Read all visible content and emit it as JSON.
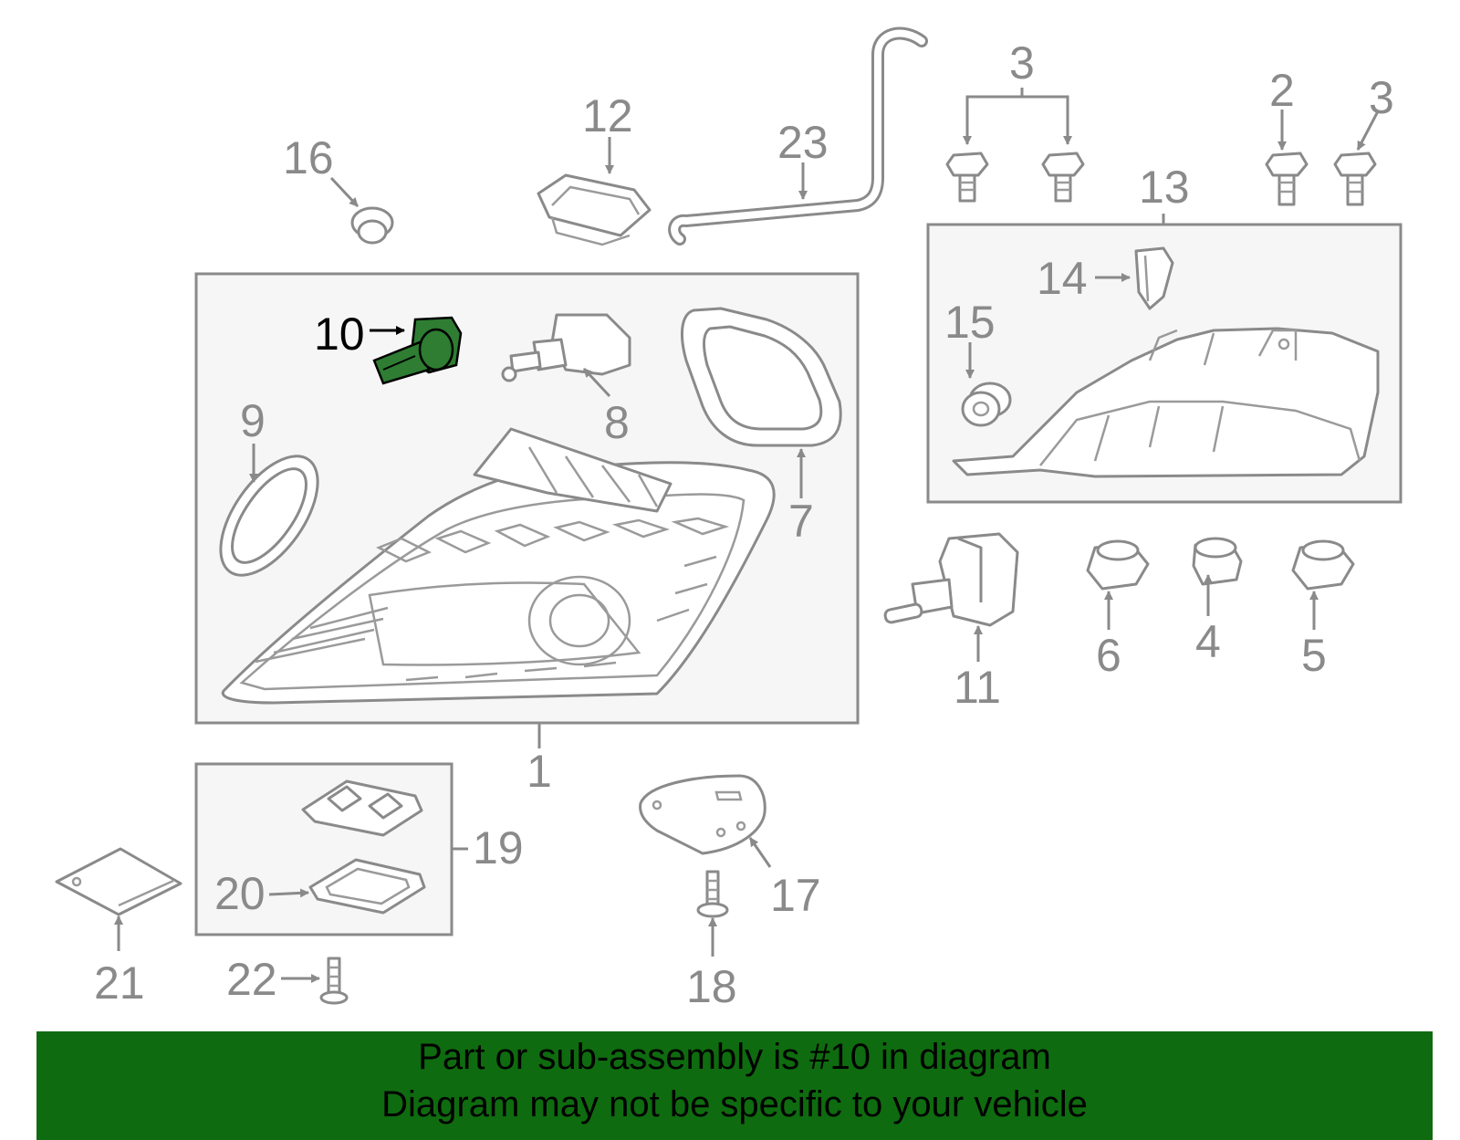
{
  "labels": {
    "l1": "1",
    "l2": "2",
    "l3a": "3",
    "l3b": "3",
    "l4": "4",
    "l5": "5",
    "l6": "6",
    "l7": "7",
    "l8": "8",
    "l9": "9",
    "l10": "10",
    "l11": "11",
    "l12": "12",
    "l13": "13",
    "l14": "14",
    "l15": "15",
    "l16": "16",
    "l17": "17",
    "l18": "18",
    "l19": "19",
    "l20": "20",
    "l21": "21",
    "l22": "22",
    "l23": "23"
  },
  "highlight_part": "10",
  "colors": {
    "highlight_part": "#2e7d32",
    "banner": "#0f6b0f",
    "line": "#8a8a8a"
  },
  "banner": {
    "line1": "Part or sub-assembly is #10 in diagram",
    "line2": "Diagram may not be specific to your vehicle"
  }
}
